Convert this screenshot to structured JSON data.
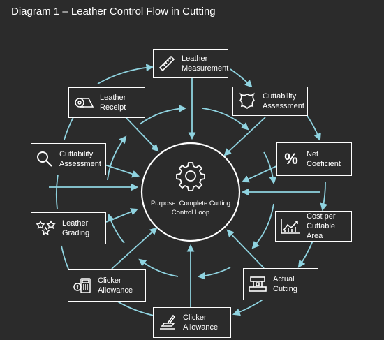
{
  "title": "Diagram 1 – Leather Control Flow in Cutting",
  "colors": {
    "background": "#2b2b2b",
    "arrow": "#8fd3e0",
    "text": "#ffffff"
  },
  "center": {
    "label": "Purpose: Complete Cutting\nControl Loop",
    "icon": "gear-icon"
  },
  "nodes": [
    {
      "id": "leather-measurement",
      "label": "Leather\nMeasurement",
      "icon": "ruler-icon"
    },
    {
      "id": "cuttability-assessment-right",
      "label": "Cuttability\nAssessment",
      "icon": "leather-hide-icon"
    },
    {
      "id": "net-coeficient",
      "label": "Net\nCoeficient",
      "icon": "percent-icon"
    },
    {
      "id": "cost-per-cuttable-area",
      "label": "Cost per\nCuttable Area",
      "icon": "line-chart-icon"
    },
    {
      "id": "actual-cutting",
      "label": "Actual\nCutting",
      "icon": "cutting-machine-icon"
    },
    {
      "id": "clicker-allowance-bottom",
      "label": "Clicker\nAllowance",
      "icon": "cutting-knife-icon"
    },
    {
      "id": "clicker-allowance-left",
      "label": "Clicker\nAllowance",
      "icon": "calculator-icon"
    },
    {
      "id": "leather-grading",
      "label": "Leather\nGrading",
      "icon": "stars-icon"
    },
    {
      "id": "cuttability-assessment-left",
      "label": "Cuttability\nAssessment",
      "icon": "magnifier-icon"
    },
    {
      "id": "leather-receipt",
      "label": "Leather\nReceipt",
      "icon": "leather-roll-icon"
    }
  ]
}
